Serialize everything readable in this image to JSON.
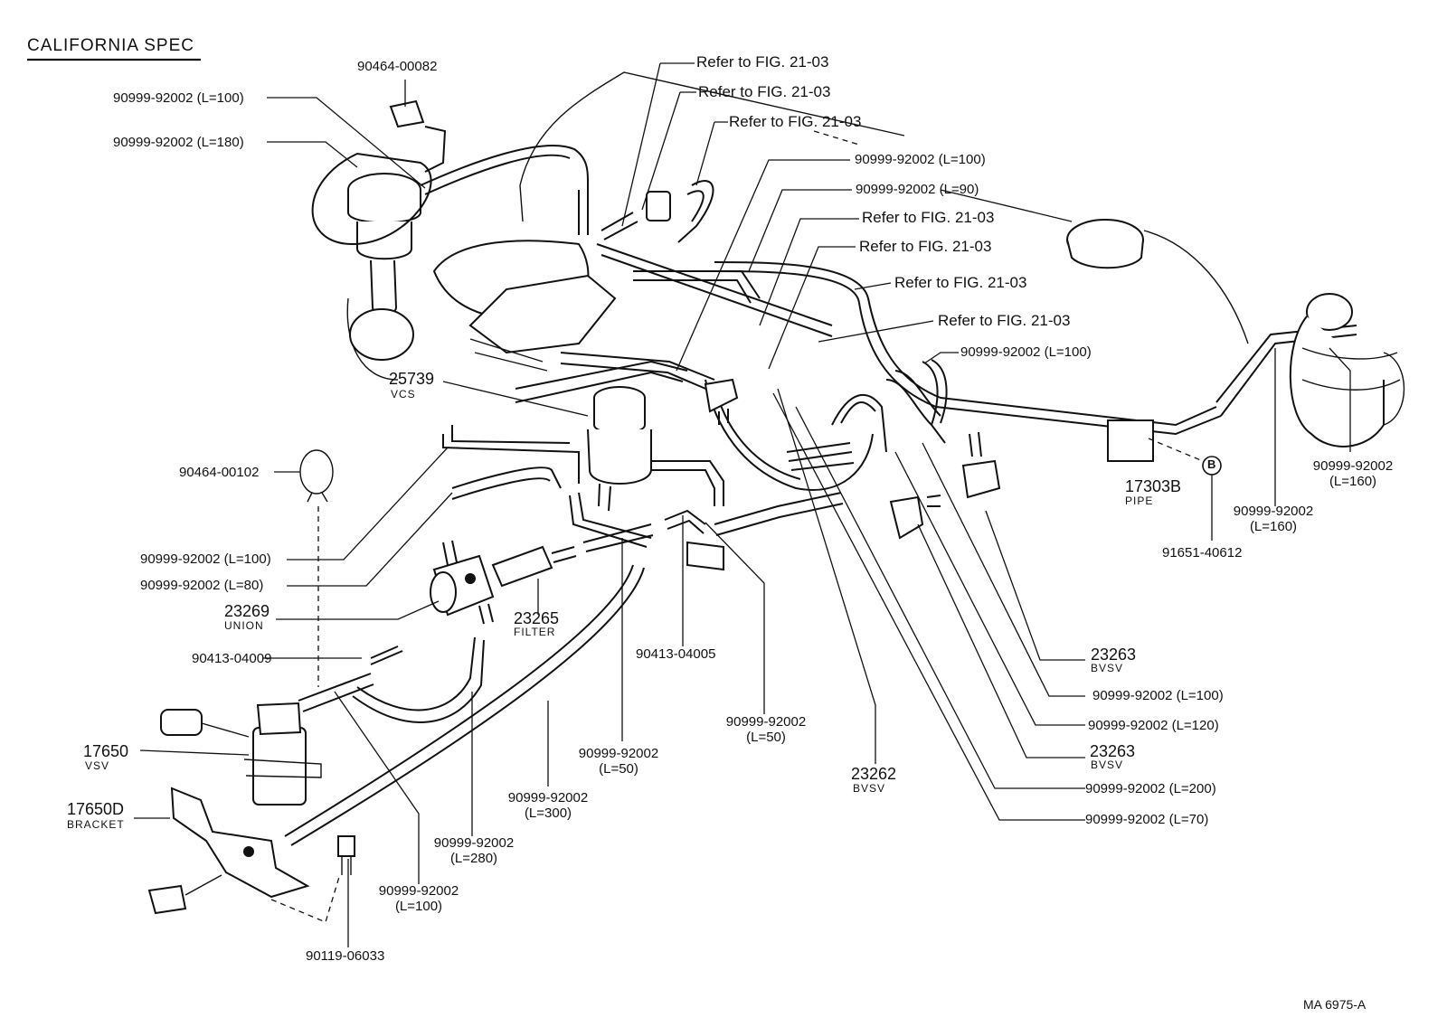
{
  "title": "CALIFORNIA SPEC",
  "figure_code": "MA 6975-A",
  "refs": {
    "r1": "Refer to FIG. 21-03",
    "r2": "Refer to FIG. 21-03",
    "r3": "Refer to FIG. 21-03",
    "r4": "Refer to FIG. 21-03",
    "r5": "Refer to FIG. 21-03",
    "r6": "Refer to FIG. 21-03",
    "r7": "Refer to FIG. 21-03"
  },
  "parts": {
    "clip_00082": "90464-00082",
    "hose_top_100": "90999-92002 (L=100)",
    "hose_top_180": "90999-92002 (L=180)",
    "hose_mid_100": "90999-92002 (L=100)",
    "hose_mid_90": "90999-92002 (L=90)",
    "hose_right_100": "90999-92002 (L=100)",
    "vcs_no": "25739",
    "vcs_name": "VCS",
    "clip_00102": "90464-00102",
    "hose_left_100": "90999-92002 (L=100)",
    "hose_left_80": "90999-92002 (L=80)",
    "union_no": "23269",
    "union_name": "UNION",
    "filter_no": "23265",
    "filter_name": "FILTER",
    "tee_04009": "90413-04009",
    "tee_04005": "90413-04005",
    "vsv_no": "17650",
    "vsv_name": "VSV",
    "bracket_no": "17650D",
    "bracket_name": "BRACKET",
    "hose_b100_pn": "90999-92002",
    "hose_b100_len": "(L=100)",
    "hose_b280_pn": "90999-92002",
    "hose_b280_len": "(L=280)",
    "hose_b300_pn": "90999-92002",
    "hose_b300_len": "(L=300)",
    "hose_b50a_pn": "90999-92002",
    "hose_b50a_len": "(L=50)",
    "hose_b50b_pn": "90999-92002",
    "hose_b50b_len": "(L=50)",
    "bolt_06033": "90119-06033",
    "bvsv_23262_no": "23262",
    "bvsv_23262_name": "BVSV",
    "bvsv_23263a_no": "23263",
    "bvsv_23263a_name": "BVSV",
    "bvsv_23263b_no": "23263",
    "bvsv_23263b_name": "BVSV",
    "hose_r100": "90999-92002 (L=100)",
    "hose_r120": "90999-92002 (L=120)",
    "hose_r200": "90999-92002 (L=200)",
    "hose_r70": "90999-92002 (L=70)",
    "pipe_no": "17303B",
    "pipe_name": "PIPE",
    "bolt_40612": "91651-40612",
    "callout_b": "B",
    "hose_fr160a_pn": "90999-92002",
    "hose_fr160a_len": "(L=160)",
    "hose_fr160b_pn": "90999-92002",
    "hose_fr160b_len": "(L=160)"
  }
}
